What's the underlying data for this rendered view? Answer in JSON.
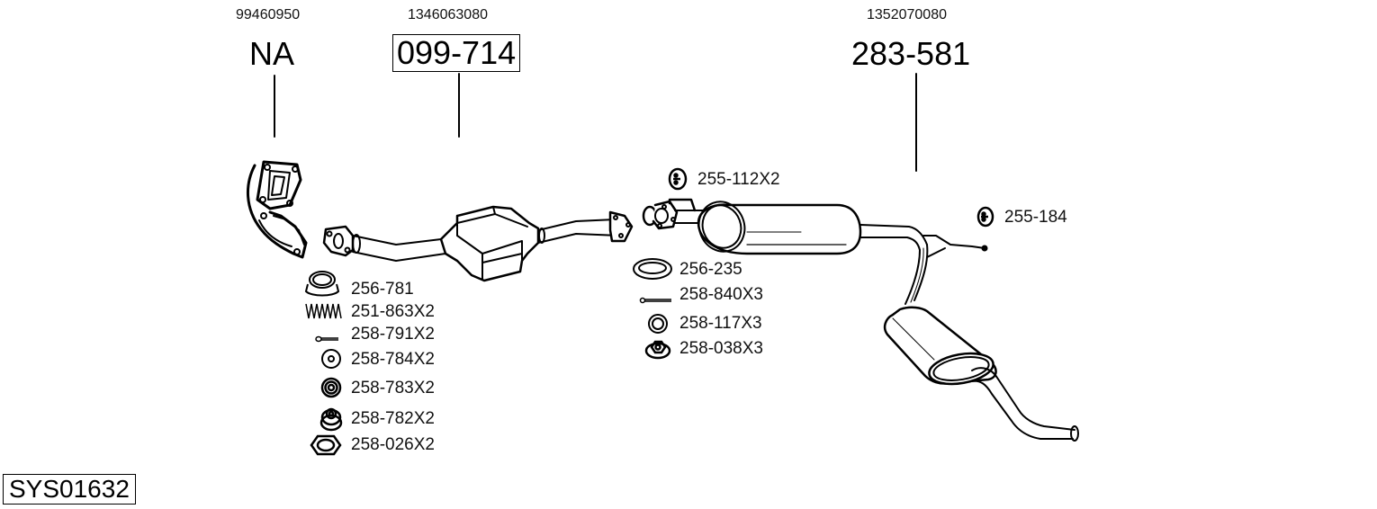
{
  "diagram": {
    "system_id": "SYS01632",
    "assemblies": [
      {
        "oem_number": "99460950",
        "part_number": "NA",
        "boxed": false,
        "name": "exhaust-manifold"
      },
      {
        "oem_number": "1346063080",
        "part_number": "099-714",
        "boxed": true,
        "name": "catalytic-converter"
      },
      {
        "oem_number": "1352070080",
        "part_number": "283-581",
        "boxed": false,
        "name": "middle-rear-silencer"
      }
    ],
    "fittings_left": [
      {
        "label": "256-781",
        "icon": "gasket-cone-icon"
      },
      {
        "label": "251-863X2",
        "icon": "spring-icon"
      },
      {
        "label": "258-791X2",
        "icon": "bolt-icon"
      },
      {
        "label": "258-784X2",
        "icon": "washer-icon"
      },
      {
        "label": "258-783X2",
        "icon": "spring-washer-icon"
      },
      {
        "label": "258-782X2",
        "icon": "spring-stack-icon"
      },
      {
        "label": "258-026X2",
        "icon": "hex-nut-icon"
      }
    ],
    "fittings_middle": [
      {
        "label": "255-112X2",
        "icon": "rubber-mount-icon"
      },
      {
        "label": "256-235",
        "icon": "ring-gasket-icon"
      },
      {
        "label": "258-840X3",
        "icon": "long-bolt-icon"
      },
      {
        "label": "258-117X3",
        "icon": "washer-icon"
      },
      {
        "label": "258-038X3",
        "icon": "flange-nut-icon"
      }
    ],
    "fittings_right": [
      {
        "label": "255-184",
        "icon": "rubber-mount-icon"
      }
    ]
  }
}
